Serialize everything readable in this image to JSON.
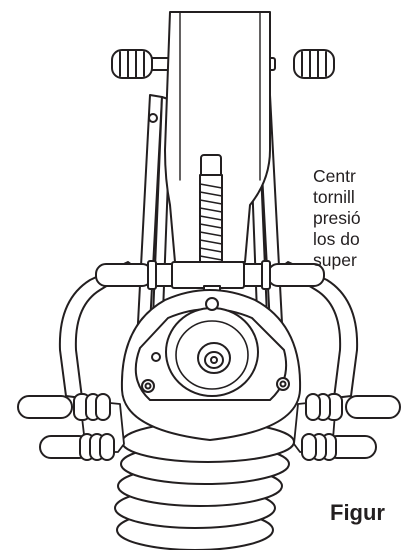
{
  "caption": {
    "lines": [
      "Centr",
      "tornill",
      "presió",
      "los do",
      "super"
    ]
  },
  "figure_label": "Figur",
  "colors": {
    "ink": "#231f20",
    "paper": "#ffffff"
  }
}
